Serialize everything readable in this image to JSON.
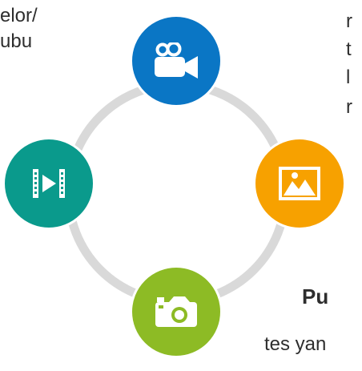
{
  "text_fragments": {
    "top_left_line1": "elor/",
    "top_left_line2": "ubu",
    "right_line1": "r",
    "right_line2": "t",
    "right_line3": "l",
    "right_line4": "r",
    "right_heading": "Pu",
    "bottom_right": "tes yan"
  },
  "nodes": [
    {
      "icon": "video-camera-icon",
      "color": "#0a76c5"
    },
    {
      "icon": "image-icon",
      "color": "#f7a100"
    },
    {
      "icon": "photo-camera-icon",
      "color": "#8dbb25"
    },
    {
      "icon": "video-play-icon",
      "color": "#0a9a8c"
    }
  ],
  "ring_color": "#d9d9d9"
}
